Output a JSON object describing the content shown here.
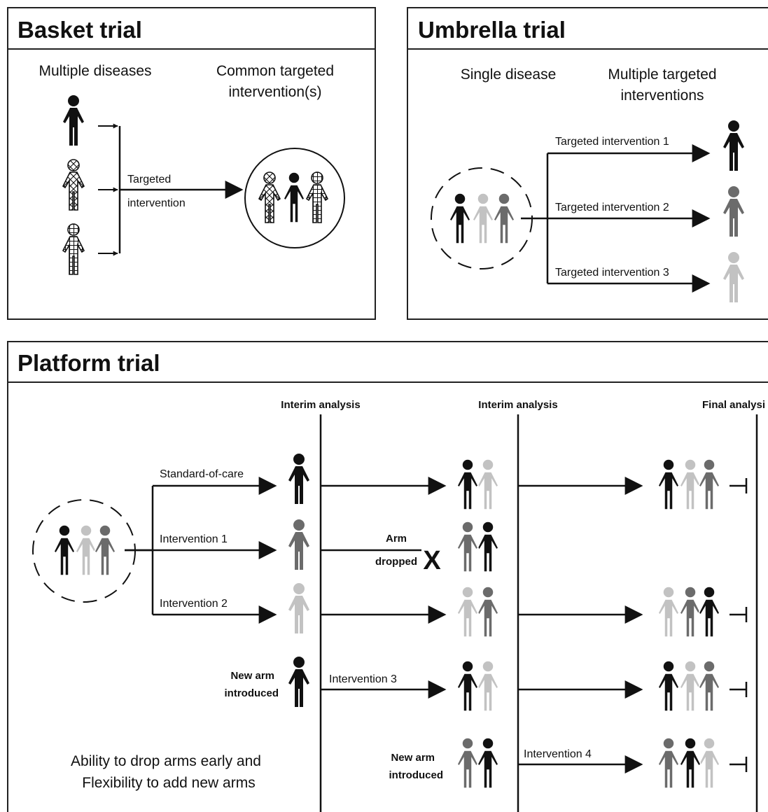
{
  "colors": {
    "black": "#111111",
    "dark_gray": "#6b6b6b",
    "light_gray": "#c2c2c2",
    "border": "#222222"
  },
  "basket": {
    "title": "Basket trial",
    "left_heading": "Multiple diseases",
    "right_heading": [
      "Common targeted",
      "intervention(s)"
    ],
    "arrow_label": [
      "Targeted",
      "intervention"
    ]
  },
  "umbrella": {
    "title": "Umbrella trial",
    "left_heading": "Single disease",
    "right_heading": [
      "Multiple targeted",
      "interventions"
    ],
    "arms": [
      "Targeted intervention 1",
      "Targeted intervention 2",
      "Targeted intervention 3"
    ]
  },
  "platform": {
    "title": "Platform trial",
    "milestones": [
      "Interim analysis",
      "Interim analysis",
      "Final analysi"
    ],
    "arms": [
      "Standard-of-care",
      "Intervention 1",
      "Intervention 2"
    ],
    "arm_dropped": [
      "Arm",
      "dropped"
    ],
    "drop_mark": "X",
    "new_arm": [
      "New arm",
      "introduced"
    ],
    "intervention3": "Intervention 3",
    "intervention4": "Intervention 4",
    "footnote": [
      "Ability to drop arms early and",
      "Flexibility to add new arms"
    ]
  }
}
